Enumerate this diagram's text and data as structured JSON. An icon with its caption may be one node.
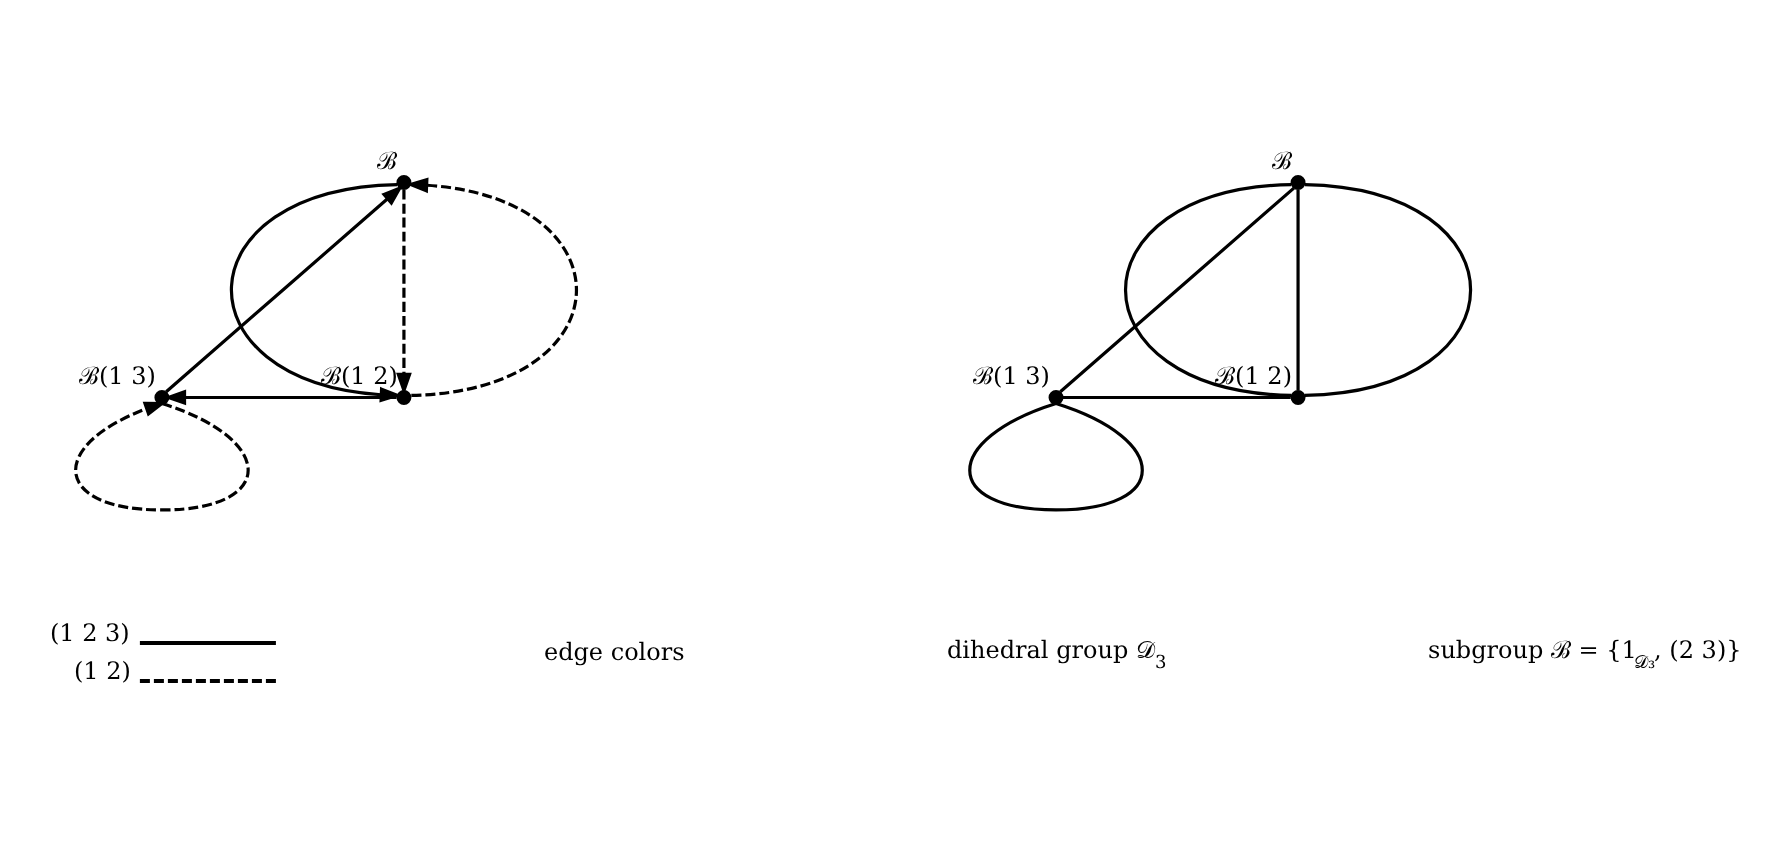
{
  "diagram": {
    "nodes": [
      {
        "text": [
          "ℬ"
        ]
      },
      {
        "text": [
          "ℬ(1 3)"
        ]
      },
      {
        "text": [
          "ℬ(1 2)"
        ]
      },
      {
        "text": [
          "ℬ"
        ]
      },
      {
        "text": [
          "ℬ(1 3)"
        ]
      },
      {
        "text": [
          "ℬ(1 2)"
        ]
      }
    ],
    "edges": [
      {
        "from": 1,
        "to": 0,
        "arrow": "to"
      },
      {
        "from": 0,
        "to": 2,
        "arrow": "to"
      },
      {
        "from": 2,
        "to": 1,
        "arrow": "to"
      },
      {
        "from": 0,
        "to": 2,
        "arrow": "to",
        "style": "dashed"
      },
      {
        "from": 2,
        "to": 0,
        "arrow": "to",
        "style": "dashed"
      },
      {
        "from": 1,
        "to": 1,
        "arrow": "to",
        "style": "dashed"
      },
      {
        "from": 3,
        "to": 4,
        "arrow": "none"
      },
      {
        "from": 3,
        "to": 5,
        "arrow": "none"
      },
      {
        "from": 3,
        "to": 5,
        "arrow": "none"
      },
      {
        "from": 3,
        "to": 5,
        "arrow": "none"
      },
      {
        "from": 4,
        "to": 5,
        "arrow": "none"
      },
      {
        "from": 4,
        "to": 4,
        "arrow": "none"
      }
    ],
    "labels": [
      "edge colors",
      "dihedral group 𝒟$_{3}$",
      "subgroup ℬ = {1$_{𝒟₃}$, (2 3)}"
    ],
    "legend": [
      {
        "text": "(1 2 3)"
      },
      {
        "text": "(1 2)"
      }
    ]
  }
}
